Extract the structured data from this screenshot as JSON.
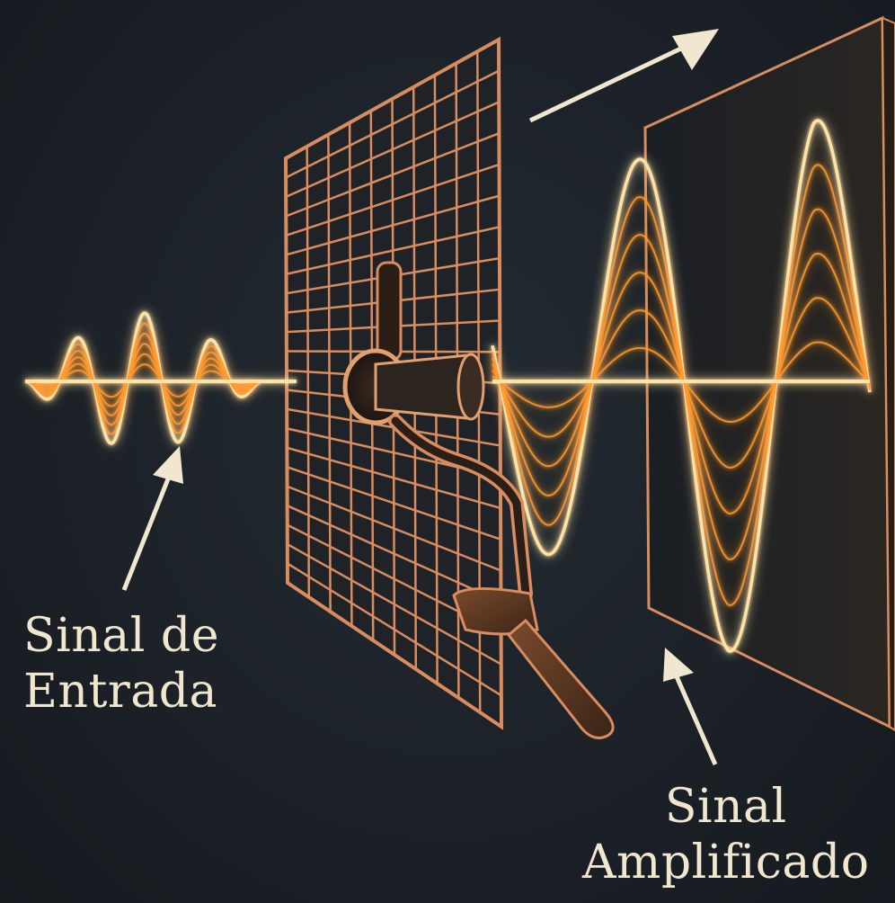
{
  "labels": {
    "input_line1": "Sinal de",
    "input_line2": "Entrada",
    "output_line1": "Sinal",
    "output_line2": "Amplificado"
  },
  "colors": {
    "background": "#1c2228",
    "wave_glow": "#ff9a2e",
    "wave_core": "#ffe3a6",
    "frame": "#d98c5f",
    "arrow": "#f1e6cf"
  },
  "icons": {
    "amplifier": "crank-handle-icon"
  }
}
